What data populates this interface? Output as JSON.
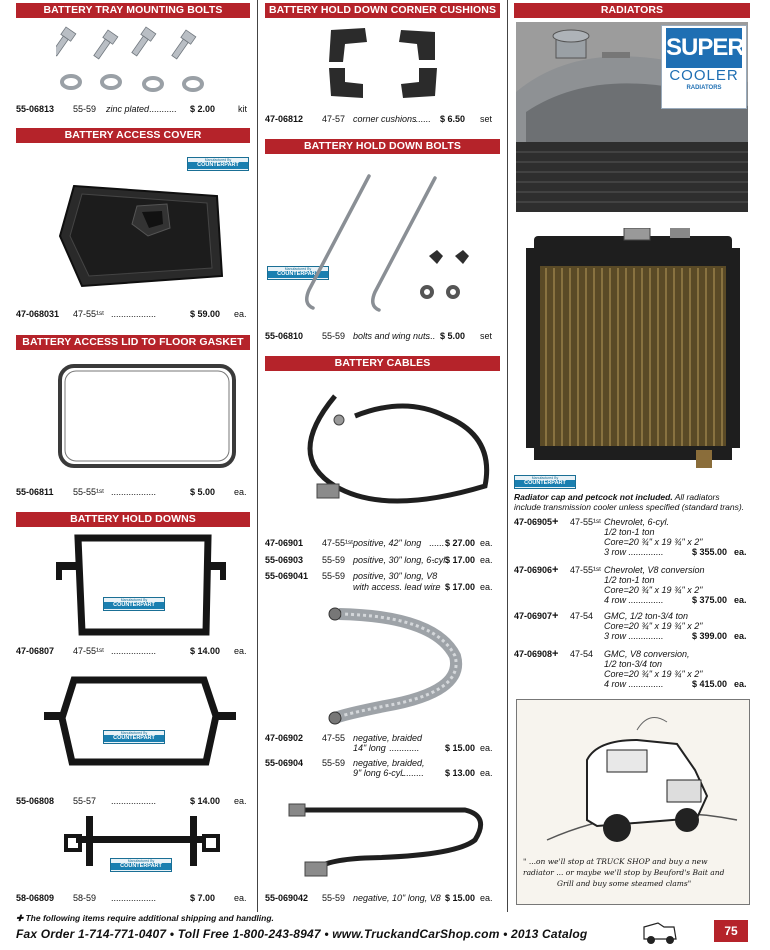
{
  "col1": {
    "tray_bolts": {
      "header": "BATTERY TRAY MOUNTING BOLTS",
      "items": [
        {
          "pn": "55-06813",
          "yr": "55-59",
          "desc": "zinc plated",
          "price": "$     2.00",
          "unit": "kit",
          "dots": "..........."
        }
      ]
    },
    "access_cover": {
      "header": "BATTERY ACCESS COVER",
      "mfr": {
        "line1": "Manufactured By",
        "line2": "COUNTERPART"
      },
      "items": [
        {
          "pn": "47-068031",
          "yr": "47-55¹ˢᵗ",
          "dots": "..................",
          "price": "$   59.00",
          "unit": "ea."
        }
      ]
    },
    "gasket": {
      "header": "BATTERY ACCESS LID TO FLOOR GASKET",
      "items": [
        {
          "pn": "55-06811",
          "yr": "55-55¹ˢᵗ",
          "dots": "..................",
          "price": "$     5.00",
          "unit": "ea."
        }
      ]
    },
    "hold_downs": {
      "header": "BATTERY HOLD DOWNS",
      "mfr": {
        "line1": "Manufactured By",
        "line2": "COUNTERPART"
      },
      "items": [
        {
          "pn": "47-06807",
          "yr": "47-55¹ˢᵗ",
          "dots": "..................",
          "price": "$   14.00",
          "unit": "ea."
        },
        {
          "pn": "55-06808",
          "yr": "55-57",
          "dots": "..................",
          "price": "$   14.00",
          "unit": "ea."
        },
        {
          "pn": "58-06809",
          "yr": "58-59",
          "dots": "..................",
          "price": "$     7.00",
          "unit": "ea."
        }
      ]
    }
  },
  "col2": {
    "cushions": {
      "header": "BATTERY HOLD DOWN CORNER CUSHIONS",
      "items": [
        {
          "pn": "47-06812",
          "yr": "47-57",
          "desc": "corner cushions",
          "dots": ".......",
          "price": "$     6.50",
          "unit": "set"
        }
      ]
    },
    "hold_bolts": {
      "header": "BATTERY HOLD DOWN BOLTS",
      "mfr": {
        "line1": "Manufactured By",
        "line2": "COUNTERPART"
      },
      "items": [
        {
          "pn": "55-06810",
          "yr": "55-59",
          "desc": "bolts and wing nuts",
          "dots": "....",
          "price": "$     5.00",
          "unit": "set"
        }
      ]
    },
    "cables": {
      "header": "BATTERY CABLES",
      "items": [
        {
          "pn": "47-06901",
          "yr": "47-55¹ˢᵗ",
          "desc": "positive, 42\" long",
          "dots": "......",
          "price": "$   27.00",
          "unit": "ea."
        },
        {
          "pn": "55-06903",
          "yr": "55-59",
          "desc": "positive, 30\" long, 6-cyl.",
          "dots": "..",
          "price": "$   17.00",
          "unit": "ea."
        },
        {
          "pn": "55-069041",
          "yr": "55-59",
          "desc": "positive, 30\" long, V8",
          "desc2": "with access. lead wire",
          "dots": "..",
          "price": "$   17.00",
          "unit": "ea."
        },
        {
          "pn": "47-06902",
          "yr": "47-55",
          "desc": "negative, braided",
          "desc2": "14\" long",
          "dots": "............",
          "price": "$   15.00",
          "unit": "ea."
        },
        {
          "pn": "55-06904",
          "yr": "55-59",
          "desc": "negative, braided,",
          "desc2": "9\" long 6-cyl.",
          "dots": ".........",
          "price": "$   13.00",
          "unit": "ea."
        },
        {
          "pn": "55-069042",
          "yr": "55-59",
          "desc": "negative, 10\" long, V8",
          "dots": "..",
          "price": "$   15.00",
          "unit": "ea."
        }
      ]
    }
  },
  "col3": {
    "header": "RADIATORS",
    "logo": {
      "super": "SUPER",
      "cooler": "COOLER",
      "radiators": "RADIATORS"
    },
    "mfr": {
      "line1": "Manufactured By",
      "line2": "COUNTERPART"
    },
    "note_bold": "Radiator cap and petcock not included.",
    "note_rest": " All radiators include transmission cooler unless specified (standard trans).",
    "items": [
      {
        "pn": "47-06905",
        "plus": "+",
        "yr": "47-55¹ˢᵗ",
        "l1": "Chevrolet, 6-cyl.",
        "l2": "1/2 ton-1 ton",
        "l3": "Core=20 ¾\" x 19 ¾\" x 2\"",
        "l4": "3 row ..............",
        "price": "$  355.00",
        "unit": "ea."
      },
      {
        "pn": "47-06906",
        "plus": "+",
        "yr": "47-55¹ˢᵗ",
        "l1": "Chevrolet, V8 conversion",
        "l2": "1/2 ton-1 ton",
        "l3": "Core=20 ¾\" x 19 ¾\" x 2\"",
        "l4": "4 row ..............",
        "price": "$  375.00",
        "unit": "ea."
      },
      {
        "pn": "47-06907",
        "plus": "+",
        "yr": "47-54",
        "l1": "GMC, 1/2 ton-3/4 ton",
        "l2": "",
        "l3": "Core=20 ¾\" x 19 ¾\" x 2\"",
        "l4": "3 row ..............",
        "price": "$  399.00",
        "unit": "ea."
      },
      {
        "pn": "47-06908",
        "plus": "+",
        "yr": "47-54",
        "l1": "GMC, V8 conversion,",
        "l2": "1/2 ton-3/4 ton",
        "l3": "Core=20 ¾\" x 19 ¾\" x 2\"",
        "l4": "4 row ..............",
        "price": "$  415.00",
        "unit": "ea."
      }
    ],
    "cartoon_caption_1": "\"   ...on we'll stop at TRUCK SHOP and buy a new",
    "cartoon_caption_2": "radiator ... or maybe we'll stop by Beuford's Bait and",
    "cartoon_caption_3": "Grill and buy some steamed clams\""
  },
  "footer": {
    "note": "✚ The following items require additional shipping and handling.",
    "line": "Fax Order  1-714-771-0407  •  Toll Free  1-800-243-8947  •  www.TruckandCarShop.com  •  2013 Catalog",
    "page": "75"
  },
  "colors": {
    "header_red": "#b5232a",
    "counterpart_blue": "#1a7fb0",
    "logo_blue": "#1f6fb3"
  }
}
